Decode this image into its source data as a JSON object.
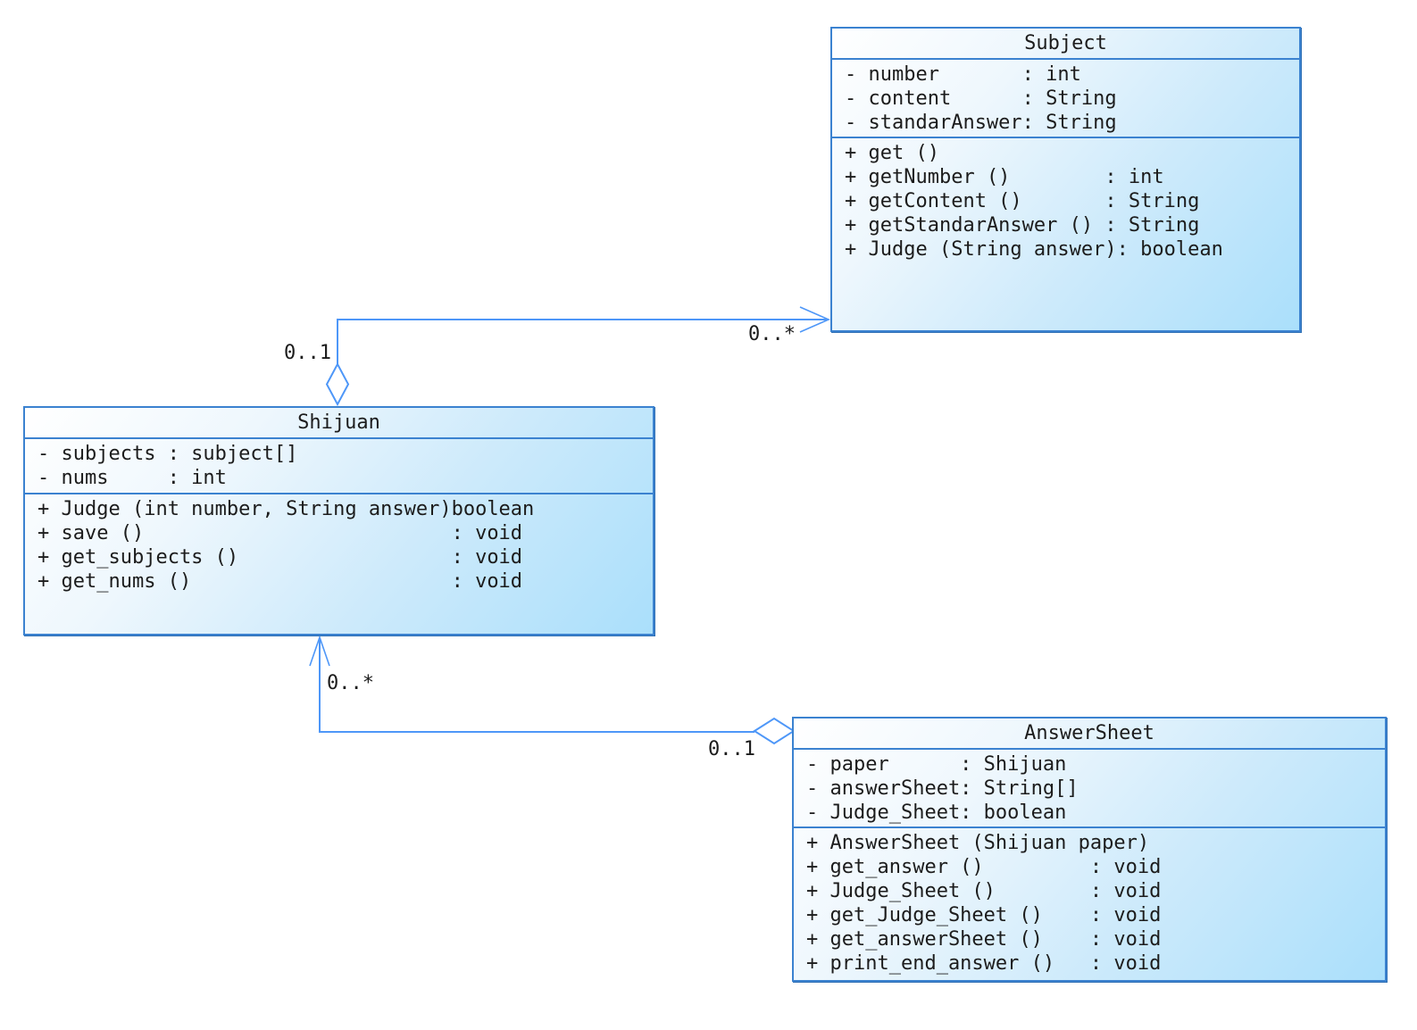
{
  "diagram": {
    "kind": "uml-class-diagram",
    "colors": {
      "box_border": "#3b82d0",
      "box_fill_light": "#ffffff",
      "box_fill_dark": "#aadffb",
      "connector": "#4e97f8",
      "text": "#1c1c1c",
      "background": "#ffffff"
    }
  },
  "classes": [
    {
      "name": "Subject",
      "attributes": [
        "- number       : int",
        "- content      : String",
        "- standarAnswer: String"
      ],
      "methods": [
        "+ get ()",
        "+ getNumber ()        : int",
        "+ getContent ()       : String",
        "+ getStandarAnswer () : String",
        "+ Judge (String answer): boolean"
      ]
    },
    {
      "name": "Shijuan",
      "attributes": [
        "- subjects : subject[]",
        "- nums     : int"
      ],
      "methods": [
        "+ Judge (int number, String answer)boolean",
        "+ save ()                          : void",
        "+ get_subjects ()                  : void",
        "+ get_nums ()                      : void"
      ]
    },
    {
      "name": "AnswerSheet",
      "attributes": [
        "- paper      : Shijuan",
        "- answerSheet: String[]",
        "- Judge_Sheet: boolean"
      ],
      "methods": [
        "+ AnswerSheet (Shijuan paper)",
        "+ get_answer ()         : void",
        "+ Judge_Sheet ()        : void",
        "+ get_Judge_Sheet ()    : void",
        "+ get_answerSheet ()    : void",
        "+ print_end_answer ()   : void"
      ]
    }
  ],
  "relationships": [
    {
      "type": "aggregation",
      "whole": "Shijuan",
      "part": "Subject",
      "whole_multiplicity": "0..1",
      "part_multiplicity": "0..*"
    },
    {
      "type": "aggregation",
      "whole": "AnswerSheet",
      "part": "Shijuan",
      "whole_multiplicity": "0..1",
      "part_multiplicity": "0..*"
    }
  ]
}
